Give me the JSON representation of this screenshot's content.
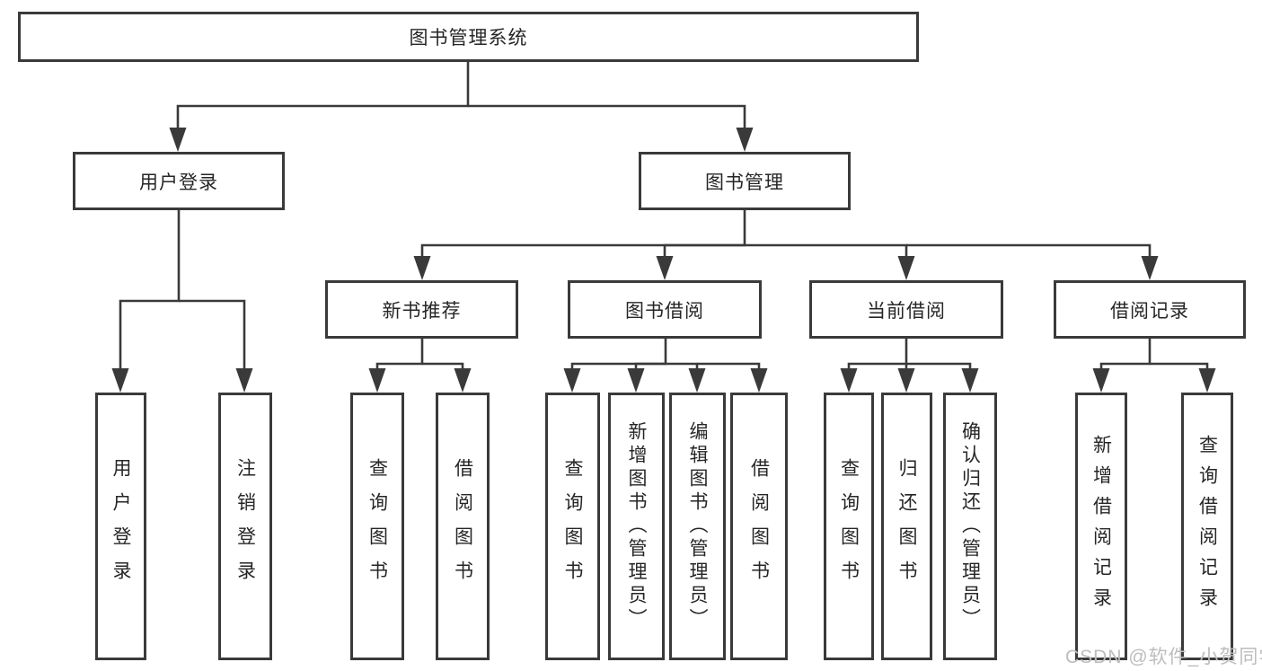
{
  "tree": {
    "label": "图书管理系统",
    "children": [
      {
        "label": "用户登录",
        "children": [
          {
            "label": "用户登录"
          },
          {
            "label": "注销登录"
          }
        ]
      },
      {
        "label": "图书管理",
        "children": [
          {
            "label": "新书推荐",
            "children": [
              {
                "label": "查询图书"
              },
              {
                "label": "借阅图书"
              }
            ]
          },
          {
            "label": "图书借阅",
            "children": [
              {
                "label": "查询图书"
              },
              {
                "label": "新增图书（管理员）"
              },
              {
                "label": "编辑图书（管理员）"
              },
              {
                "label": "借阅图书"
              }
            ]
          },
          {
            "label": "当前借阅",
            "children": [
              {
                "label": "查询图书"
              },
              {
                "label": "归还图书"
              },
              {
                "label": "确认归还（管理员）"
              }
            ]
          },
          {
            "label": "借阅记录",
            "children": [
              {
                "label": "新增借阅记录"
              },
              {
                "label": "查询借阅记录"
              }
            ]
          }
        ]
      }
    ]
  },
  "watermark": {
    "text": "CSDN @软件_小贺同学"
  },
  "colors": {
    "line": "#3a3a3a",
    "text": "#262626",
    "background": "#ffffff",
    "watermark": "#bdbdbd"
  }
}
